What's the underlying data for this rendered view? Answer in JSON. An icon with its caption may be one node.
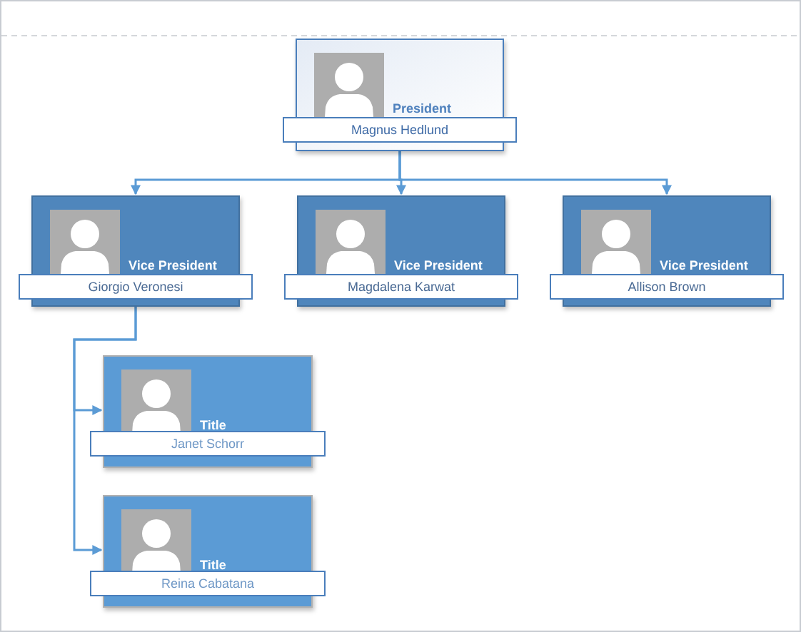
{
  "diagram": {
    "nodes": [
      {
        "text": [
          "President",
          "Magnus Hedlund"
        ]
      },
      {
        "text": [
          "Vice President",
          "Giorgio Veronesi"
        ]
      },
      {
        "text": [
          "Vice President",
          "Magdalena Karwat"
        ]
      },
      {
        "text": [
          "Vice President",
          "Allison Brown"
        ]
      },
      {
        "text": [
          "Title",
          "Janet Schorr"
        ]
      },
      {
        "text": [
          "Title",
          "Reina Cabatana"
        ]
      }
    ],
    "edges": [
      {
        "from": 0,
        "to": 1,
        "arrow": "to"
      },
      {
        "from": 0,
        "to": 2,
        "arrow": "to"
      },
      {
        "from": 0,
        "to": 3,
        "arrow": "to"
      },
      {
        "from": 1,
        "to": 4,
        "arrow": "to"
      },
      {
        "from": 1,
        "to": 5,
        "arrow": "to"
      }
    ]
  }
}
